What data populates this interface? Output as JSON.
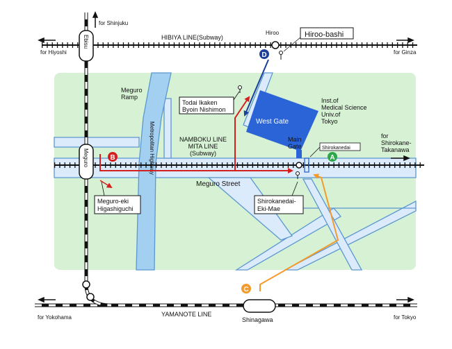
{
  "rail": {
    "hibiya": "HIBIYA LINE(Subway)",
    "yamanote": "YAMANOTE LINE",
    "namboku": [
      "NAMBOKU LINE",
      "MITA LINE",
      "(Subway)"
    ],
    "for_hiyoshi": "for Hiyoshi",
    "for_ginza": "for Ginza",
    "for_shinjuku": "for Shinjuku",
    "for_yokohama": "for Yokohama",
    "for_tokyo": "for Tokyo",
    "for_shirokane": [
      "for",
      "Shirokane-",
      "Takanawa"
    ]
  },
  "stations": {
    "ebisu": "Ebisu",
    "meguro": "Meguro",
    "hiroo": "Hiroo",
    "shinagawa": "Shinagawa",
    "shirokanedai": "Shirokanedai"
  },
  "roads": {
    "meguro_street": "Meguro Street",
    "metro_highway": "Metropolitan Highway",
    "meguro_ramp": [
      "Meguro",
      "Ramp"
    ]
  },
  "places": {
    "west_gate": "West Gate",
    "main_gate": [
      "Main",
      "Gate"
    ],
    "institute": [
      "Inst.of",
      "Medical Science",
      "Univ.of",
      "Tokyo"
    ]
  },
  "bus_stops": {
    "hiroo_bashi": "Hiroo-bashi",
    "todai": [
      "Todai Ikaken",
      "Byoin Nishimon"
    ],
    "meguro_eki": [
      "Meguro-eki",
      "Higashiguchi"
    ],
    "shirokanedai_eki": [
      "Shirokanedai-",
      "Eki-Mae"
    ]
  },
  "route_markers": {
    "a": "A",
    "b": "B",
    "c": "C",
    "d": "D"
  },
  "colors": {
    "park": "#d6f1d3",
    "road": "#dcebfb",
    "road_edge": "#5b97d1",
    "highway": "#a3cff1",
    "building": "#2b64d6",
    "route_a": "#2ea74a",
    "route_b": "#d41f1f",
    "route_c": "#f39a2b",
    "route_d": "#1c3f9e"
  }
}
